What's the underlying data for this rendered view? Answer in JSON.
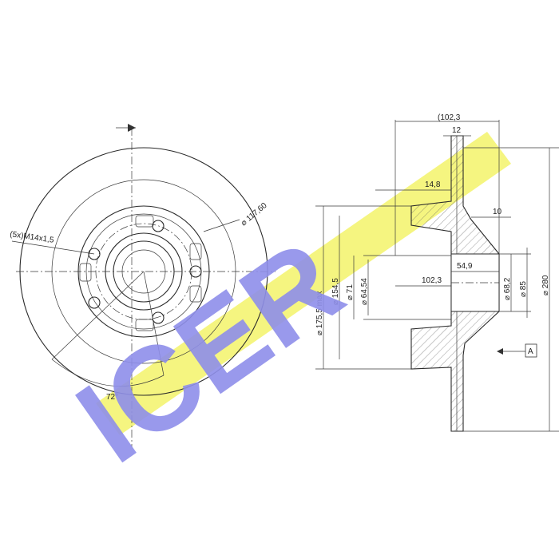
{
  "dimensions": {
    "top_width": "(102,3",
    "flange_thickness": "12",
    "offset_14_8": "14,8",
    "hub_step": "10",
    "hub_len_54_9": "54,9",
    "hub_len_102_3": "102,3",
    "dia_175_5": "⌀ 175,5 max",
    "dia_154_5": "⌀ 154,5",
    "dia_71": "⌀ 71",
    "dia_64_54": "⌀ 64,54",
    "dia_68_2": "⌀ 68,2",
    "dia_85": "⌀ 85",
    "dia_280": "⌀ 280",
    "bolt_circle": "⌀ 117,60",
    "bolt_spec": "(5x)M14x1,5",
    "bolt_angle": "72°",
    "datum": "A"
  },
  "logo": {
    "text": "ICER",
    "letter_color": "#8f8fea",
    "stripe_color": "#f3f36a"
  }
}
